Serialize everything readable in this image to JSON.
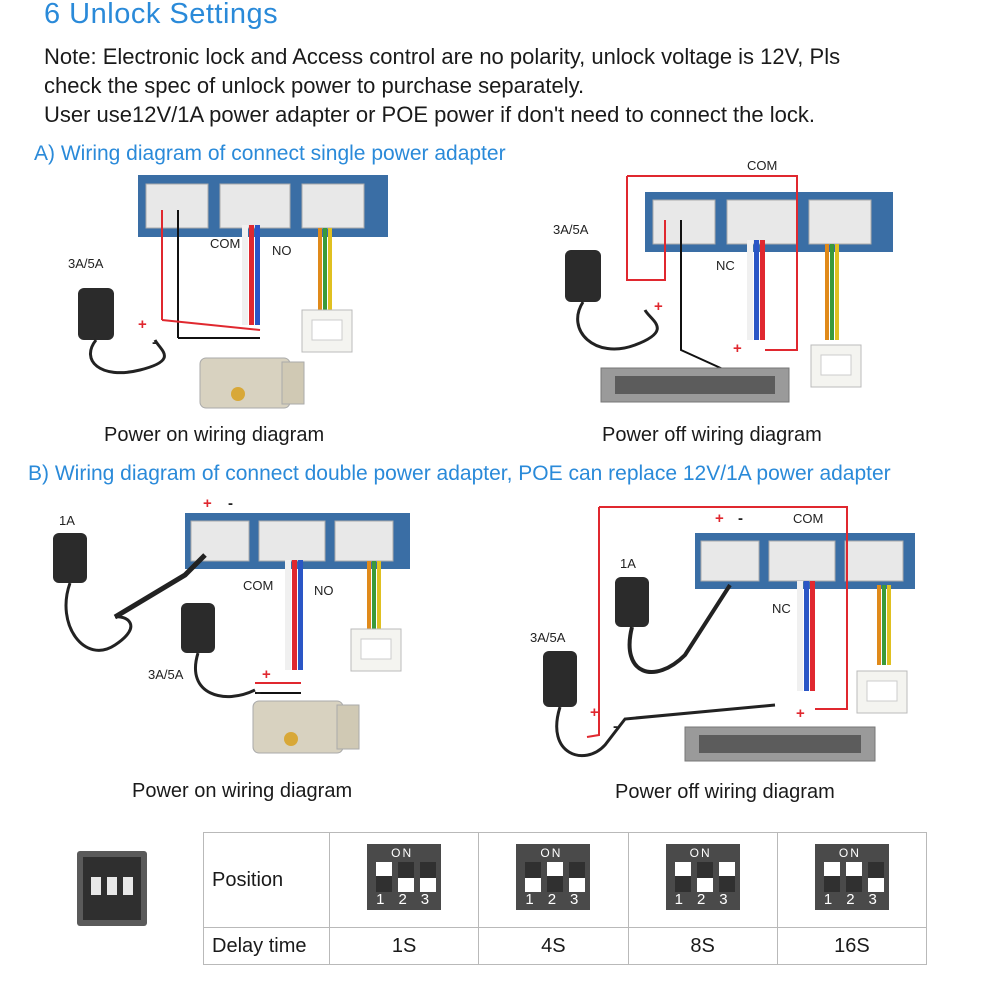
{
  "title": "6   Unlock Settings",
  "note": {
    "line1": "Note: Electronic lock and Access control are no polarity, unlock voltage is 12V,  Pls",
    "line2": "check the spec of unlock power to purchase separately.",
    "line3": "User use12V/1A power adapter or POE power if don't need to connect the lock."
  },
  "section_a": {
    "heading": "A) Wiring diagram of connect single power adapter",
    "left": {
      "caption": "Power on wiring diagram",
      "adapter": "3A/5A",
      "com": "COM",
      "no": "NO",
      "plus": "+",
      "minus": "-"
    },
    "right": {
      "caption": "Power off wiring diagram",
      "adapter": "3A/5A",
      "com": "COM",
      "nc": "NC",
      "plus": "+"
    }
  },
  "section_b": {
    "heading": "B) Wiring diagram of connect double power adapter, POE can replace 12V/1A power adapter",
    "left": {
      "caption": "Power on wiring diagram",
      "adapter_small": "1A",
      "adapter_big": "3A/5A",
      "com": "COM",
      "no": "NO",
      "plus": "+",
      "minus": "-"
    },
    "right": {
      "caption": "Power off wiring diagram",
      "adapter_small": "1A",
      "adapter_big": "3A/5A",
      "com": "COM",
      "nc": "NC",
      "plus": "+",
      "minus": "-"
    }
  },
  "dip_table": {
    "row1_label": "Position",
    "row2_label": "Delay time",
    "switch_on_label": "ON",
    "switch_numbers": "123",
    "delays": [
      "1S",
      "4S",
      "8S",
      "16S"
    ],
    "switch_states": [
      [
        1,
        0,
        0
      ],
      [
        0,
        1,
        0
      ],
      [
        1,
        0,
        1
      ],
      [
        1,
        1,
        0
      ]
    ]
  },
  "colors": {
    "accent": "#2a8ad9",
    "wire_red": "#e0282f",
    "board": "#3a6ea5"
  }
}
